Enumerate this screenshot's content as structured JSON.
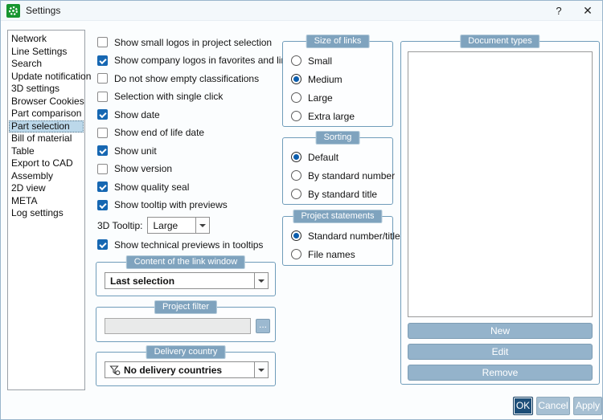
{
  "window": {
    "title": "Settings",
    "help": "?",
    "close": "✕"
  },
  "colors": {
    "brand_green": "#17952f",
    "accent_blue": "#1667b2",
    "radio_blue": "#0b5dad",
    "group_header": "#7fa3be",
    "group_border": "#6f9cba",
    "steel_button": "#94b3cb",
    "ok_navy": "#1d4e78",
    "sidebar_selection": "#bcd8ea"
  },
  "sidebar": {
    "items": [
      {
        "label": "Network",
        "selected": false
      },
      {
        "label": "Line Settings",
        "selected": false
      },
      {
        "label": "Search",
        "selected": false
      },
      {
        "label": "Update notification",
        "selected": false
      },
      {
        "label": "3D settings",
        "selected": false
      },
      {
        "label": "Browser Cookies",
        "selected": false
      },
      {
        "label": "Part comparison",
        "selected": false
      },
      {
        "label": "Part selection",
        "selected": true
      },
      {
        "label": "Bill of material",
        "selected": false
      },
      {
        "label": "Table",
        "selected": false
      },
      {
        "label": "Export to CAD",
        "selected": false
      },
      {
        "label": "Assembly",
        "selected": false
      },
      {
        "label": "2D view",
        "selected": false
      },
      {
        "label": "META",
        "selected": false
      },
      {
        "label": "Log settings",
        "selected": false
      }
    ]
  },
  "main": {
    "checkboxes": [
      {
        "label": "Show small logos in project selection",
        "checked": false
      },
      {
        "label": "Show company logos in favorites and links",
        "checked": true
      },
      {
        "label": "Do not show empty classifications",
        "checked": false
      },
      {
        "label": "Selection with single click",
        "checked": false
      },
      {
        "label": "Show date",
        "checked": true
      },
      {
        "label": "Show end of life date",
        "checked": false
      },
      {
        "label": "Show unit",
        "checked": true
      },
      {
        "label": "Show version",
        "checked": false
      },
      {
        "label": "Show quality seal",
        "checked": true
      },
      {
        "label": "Show tooltip with previews",
        "checked": true
      }
    ],
    "tooltip3d": {
      "label": "3D Tooltip:",
      "value": "Large"
    },
    "tech_previews": {
      "label": "Show technical previews in tooltips",
      "checked": true
    },
    "groups": {
      "link_window": {
        "title": "Content of the link window",
        "dropdown_value": "Last selection"
      },
      "project_filter": {
        "title": "Project filter",
        "input_value": "",
        "browse_label": "..."
      },
      "delivery_country": {
        "title": "Delivery country",
        "dropdown_value": "No delivery countries"
      },
      "size_of_links": {
        "title": "Size of links",
        "options": [
          {
            "label": "Small",
            "selected": false
          },
          {
            "label": "Medium",
            "selected": true
          },
          {
            "label": "Large",
            "selected": false
          },
          {
            "label": "Extra large",
            "selected": false
          }
        ]
      },
      "sorting": {
        "title": "Sorting",
        "options": [
          {
            "label": "Default",
            "selected": true
          },
          {
            "label": "By standard number",
            "selected": false
          },
          {
            "label": "By standard title",
            "selected": false
          }
        ]
      },
      "project_statements": {
        "title": "Project statements",
        "options": [
          {
            "label": "Standard number/title",
            "selected": true
          },
          {
            "label": "File names",
            "selected": false
          }
        ]
      },
      "document_types": {
        "title": "Document types",
        "list_items": [],
        "buttons": {
          "new": "New",
          "edit": "Edit",
          "remove": "Remove"
        }
      }
    }
  },
  "footer": {
    "ok": "OK",
    "cancel": "Cancel",
    "apply": "Apply"
  }
}
